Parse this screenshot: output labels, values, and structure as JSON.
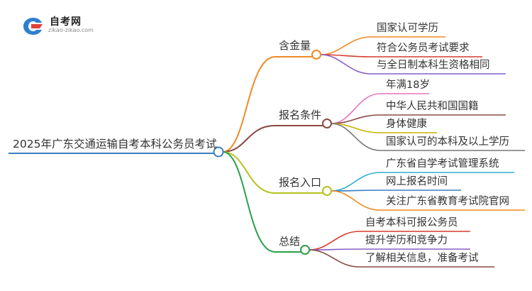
{
  "logo": {
    "title": "自考网",
    "url": "zikao-zikao.com"
  },
  "root": {
    "label": "2025年广东交通运输自考本科公务员考试",
    "color": "#3a7fc4"
  },
  "branches": [
    {
      "label": "含金量",
      "color": "#f08a24",
      "children": [
        {
          "label": "国家认可学历",
          "color": "#f08a24"
        },
        {
          "label": "符合公务员考试要求",
          "color": "#d63b2f"
        },
        {
          "label": "与全日制本科生资格相同",
          "color": "#8b5cc9"
        }
      ]
    },
    {
      "label": "报名条件",
      "color": "#8a4a44",
      "children": [
        {
          "label": "年满18岁",
          "color": "#e673c0"
        },
        {
          "label": "中华人民共和国国籍",
          "color": "#8a4a44"
        },
        {
          "label": "身体健康",
          "color": "#c8b400"
        },
        {
          "label": "国家认可的本科及以上学历",
          "color": "#777777"
        }
      ]
    },
    {
      "label": "报名入口",
      "color": "#b5c21c",
      "children": [
        {
          "label": "广东省自学考试管理系统",
          "color": "#2ab0d0"
        },
        {
          "label": "网上报名时间",
          "color": "#3a7fc4"
        },
        {
          "label": "关注广东省教育考试院官网",
          "color": "#f08a24"
        }
      ]
    },
    {
      "label": "总结",
      "color": "#2aa04a",
      "children": [
        {
          "label": "自考本科可报公务员",
          "color": "#d63b2f"
        },
        {
          "label": "提升学历和竞争力",
          "color": "#8b5cc9"
        },
        {
          "label": "了解相关信息，准备考试",
          "color": "#8a4a44"
        }
      ]
    }
  ]
}
